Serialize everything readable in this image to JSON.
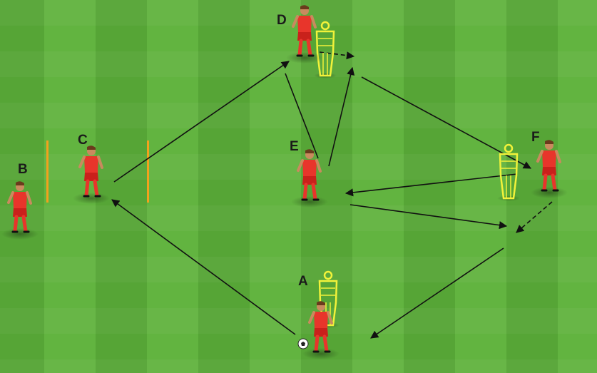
{
  "colors": {
    "grass_light": "#62b440",
    "grass_dark": "#56a536",
    "player_shirt": "#e8352b",
    "player_shorts": "#c9211b",
    "skin": "#c98a5e",
    "mannequin": "#f2f23a",
    "cone": "#f2a11d",
    "arrow": "#111111"
  },
  "players": [
    {
      "id": "A",
      "label": "A",
      "has_ball": true
    },
    {
      "id": "B",
      "label": "B",
      "has_ball": false
    },
    {
      "id": "C",
      "label": "C",
      "has_ball": false
    },
    {
      "id": "D",
      "label": "D",
      "has_ball": false
    },
    {
      "id": "E",
      "label": "E",
      "has_ball": false
    },
    {
      "id": "F",
      "label": "F",
      "has_ball": false
    }
  ],
  "icons": {
    "mannequin": "mannequin-icon",
    "ball": "soccer-ball-icon",
    "pole": "pole-icon"
  }
}
